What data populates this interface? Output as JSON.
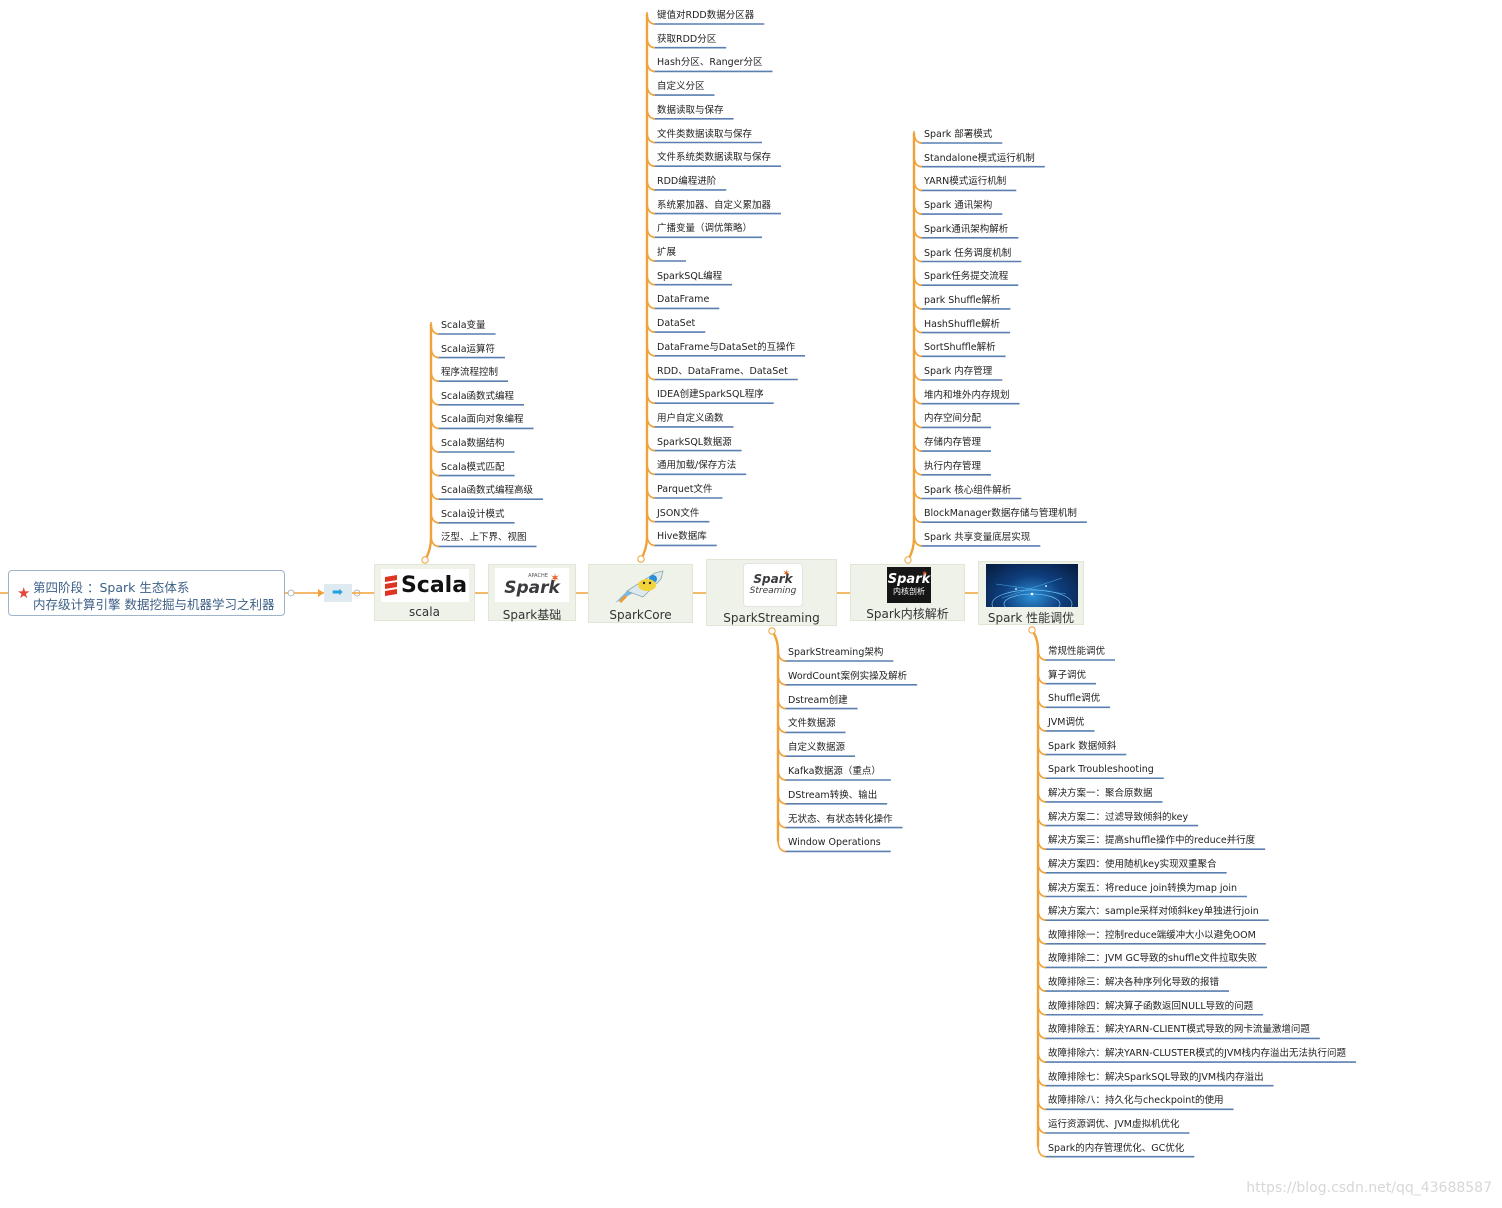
{
  "root": {
    "icon": "star-icon",
    "line1": "第四阶段 ：Spark 生态体系",
    "line2": "内存级计算引擎 数据挖掘与机器学习之利器"
  },
  "connector_icon": "arrow-right-icon",
  "colors": {
    "branch": "#f0a23a",
    "underline": "#5a7fb0",
    "node_bg": "#eef2e9"
  },
  "nodes": [
    {
      "id": "scala",
      "caption": "scala",
      "logo_text": "Scala",
      "logo_icon": "scala-logo",
      "leaves": [
        "Scala变量",
        "Scala运算符",
        "程序流程控制",
        "Scala函数式编程",
        "Scala面向对象编程",
        "Scala数据结构",
        "Scala模式匹配",
        "Scala函数式编程高级",
        "Scala设计模式",
        "泛型、上下界、视图"
      ]
    },
    {
      "id": "spark-basics",
      "caption": "Spark基础",
      "logo_text": "Spark",
      "logo_sup": "APACHE",
      "logo_icon": "spark-logo",
      "leaves": []
    },
    {
      "id": "spark-core",
      "caption": "SparkCore",
      "logo_icon": "rocket-icon",
      "leaves": [
        "键值对RDD数据分区器",
        "获取RDD分区",
        "Hash分区、Ranger分区",
        "自定义分区",
        "数据读取与保存",
        "文件类数据读取与保存",
        "文件系统类数据读取与保存",
        "RDD编程进阶",
        "系统累加器、自定义累加器",
        "广播变量（调优策略）",
        "扩展",
        "SparkSQL编程",
        "DataFrame",
        "DataSet",
        "DataFrame与DataSet的互操作",
        "RDD、DataFrame、DataSet",
        "IDEA创建SparkSQL程序",
        "用户自定义函数",
        "SparkSQL数据源",
        "通用加载/保存方法",
        "Parquet文件",
        "JSON文件",
        "Hive数据库"
      ]
    },
    {
      "id": "spark-streaming",
      "caption": "SparkStreaming",
      "logo_text": "Spark",
      "logo_sub": "Streaming",
      "logo_icon": "spark-streaming-logo",
      "leaves": [
        "SparkStreaming架构",
        "WordCount案例实操及解析",
        "Dstream创建",
        "文件数据源",
        "自定义数据源",
        "Kafka数据源（重点）",
        "DStream转换、输出",
        "无状态、有状态转化操作",
        "Window Operations"
      ]
    },
    {
      "id": "spark-internals",
      "caption": "Spark内核解析",
      "logo_text": "Spark",
      "logo_sub": "内核剖析",
      "logo_icon": "spark-internals-logo",
      "leaves": [
        "Spark 部署模式",
        "Standalone模式运行机制",
        "YARN模式运行机制",
        "Spark 通讯架构",
        "Spark通讯架构解析",
        "Spark 任务调度机制",
        "Spark任务提交流程",
        "park Shuffle解析",
        "HashShuffle解析",
        "SortShuffle解析",
        "Spark 内存管理",
        "堆内和堆外内存规划",
        "内存空间分配",
        "存储内存管理",
        "执行内存管理",
        "Spark 核心组件解析",
        "BlockManager数据存储与管理机制",
        "Spark 共享变量底层实现"
      ]
    },
    {
      "id": "spark-tuning",
      "caption": "Spark 性能调优",
      "logo_icon": "network-globe-image",
      "leaves": [
        "常规性能调优",
        "算子调优",
        "Shuffle调优",
        "JVM调优",
        "Spark 数据倾斜",
        "Spark Troubleshooting",
        "解决方案一：聚合原数据",
        "解决方案二：过滤导致倾斜的key",
        "解决方案三：提高shuffle操作中的reduce并行度",
        "解决方案四：使用随机key实现双重聚合",
        "解决方案五：将reduce join转换为map join",
        "解决方案六：sample采样对倾斜key单独进行join",
        "故障排除一：控制reduce端缓冲大小以避免OOM",
        "故障排除二：JVM GC导致的shuffle文件拉取失败",
        "故障排除三：解决各种序列化导致的报错",
        "故障排除四：解决算子函数返回NULL导致的问题",
        "故障排除五：解决YARN-CLIENT模式导致的网卡流量激增问题",
        "故障排除六：解决YARN-CLUSTER模式的JVM栈内存溢出无法执行问题",
        "故障排除七：解决SparkSQL导致的JVM栈内存溢出",
        "故障排除八：持久化与checkpoint的使用",
        "运行资源调优、JVM虚拟机优化",
        "Spark的内存管理优化、GC优化"
      ]
    }
  ],
  "watermark": "https://blog.csdn.net/qq_43688587"
}
